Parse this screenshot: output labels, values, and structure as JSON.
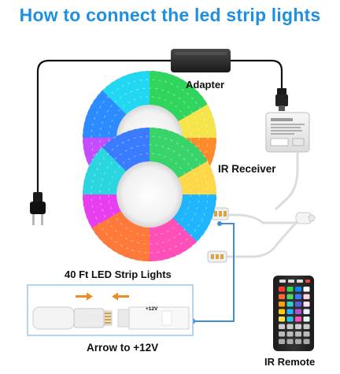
{
  "title": "How to connect the led  strip lights",
  "labels": {
    "adapter": "Adapter",
    "ir_receiver": "IR Receiver",
    "strip_lights": "40 Ft LED Strip Lights",
    "arrow_note": "Arrow to +12V",
    "plus12v": "+12V",
    "ir_remote": "IR Remote"
  },
  "colors": {
    "title": "#1e8fe1",
    "callout_line": "#3b8fd8",
    "cable": "#111111",
    "arrow": "#f08a24"
  }
}
